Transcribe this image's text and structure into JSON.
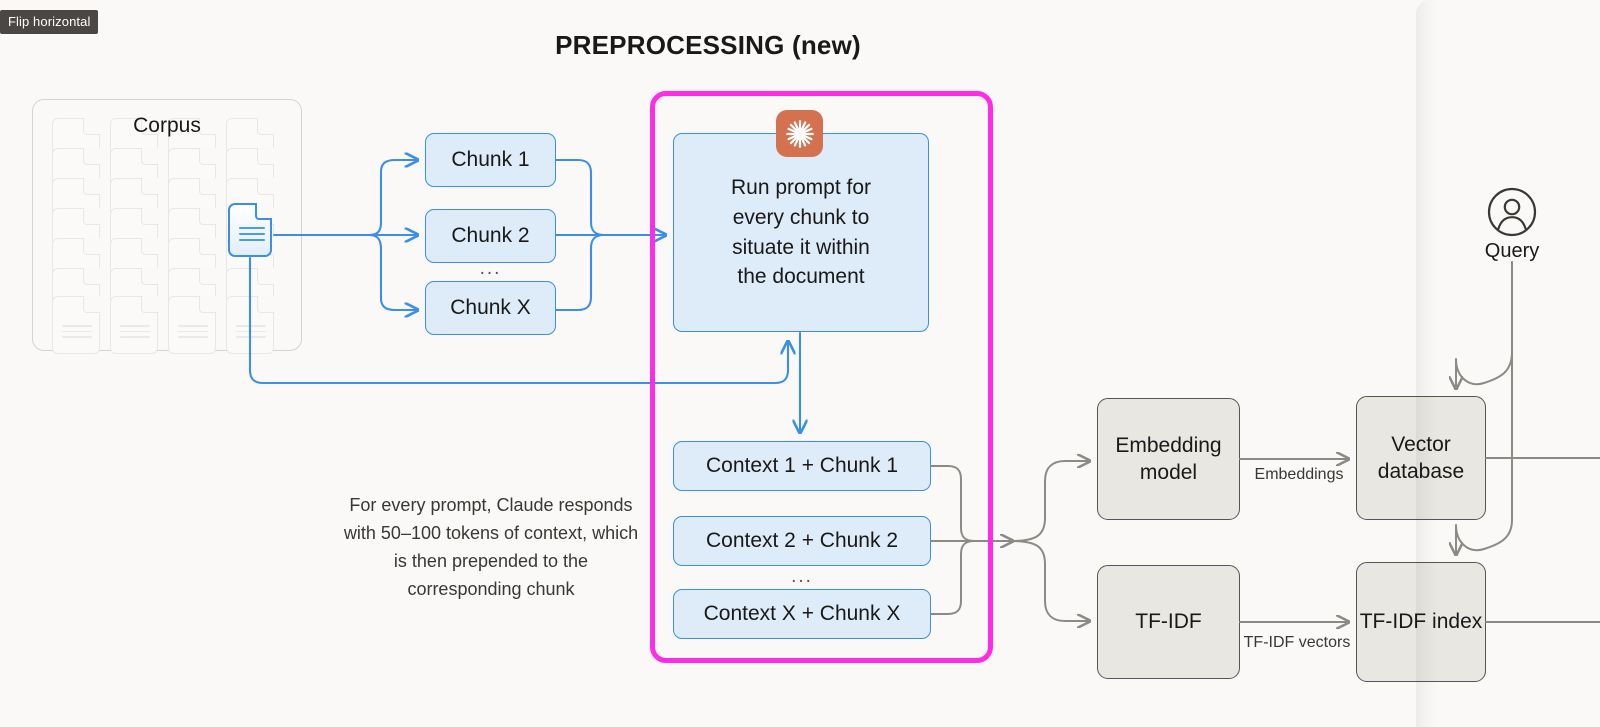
{
  "tooltip": {
    "label": "Flip horizontal"
  },
  "title": "PREPROCESSING (new)",
  "corpus": {
    "label": "Corpus",
    "active_document_icon": "document-icon"
  },
  "chunks": {
    "items": [
      "Chunk 1",
      "Chunk 2",
      "Chunk X"
    ],
    "ellipsis": "..."
  },
  "prompt_box": {
    "icon": "claude-starburst-icon",
    "lines": [
      "Run prompt for",
      "every chunk to",
      "situate it within",
      "the document"
    ]
  },
  "contexts": {
    "items": [
      "Context 1 + Chunk 1",
      "Context 2 + Chunk 2",
      "Context X + Chunk X"
    ],
    "ellipsis": "..."
  },
  "caption": "For every prompt, Claude responds with 50–100 tokens of context, which is then prepended to the corresponding chunk",
  "pipeline": {
    "embedding_model": "Embedding model",
    "tfidf": "TF-IDF",
    "vector_database": "Vector database",
    "tfidf_index": "TF-IDF index",
    "edge_embeddings": "Embeddings",
    "edge_tfidf_vectors": "TF-IDF vectors"
  },
  "query": {
    "label": "Query",
    "icon": "user-avatar-icon"
  },
  "colors": {
    "background": "#FAF9F7",
    "highlight_border": "#FF2BE8",
    "blue_node_fill": "#DEEBF8",
    "blue_node_border": "#3B8EEA",
    "gray_node_fill": "#E9E7E1",
    "gray_node_border": "#565551",
    "claude_icon_bg": "#D4724F",
    "text": "#191919",
    "tooltip_bg": "#4A4744"
  }
}
